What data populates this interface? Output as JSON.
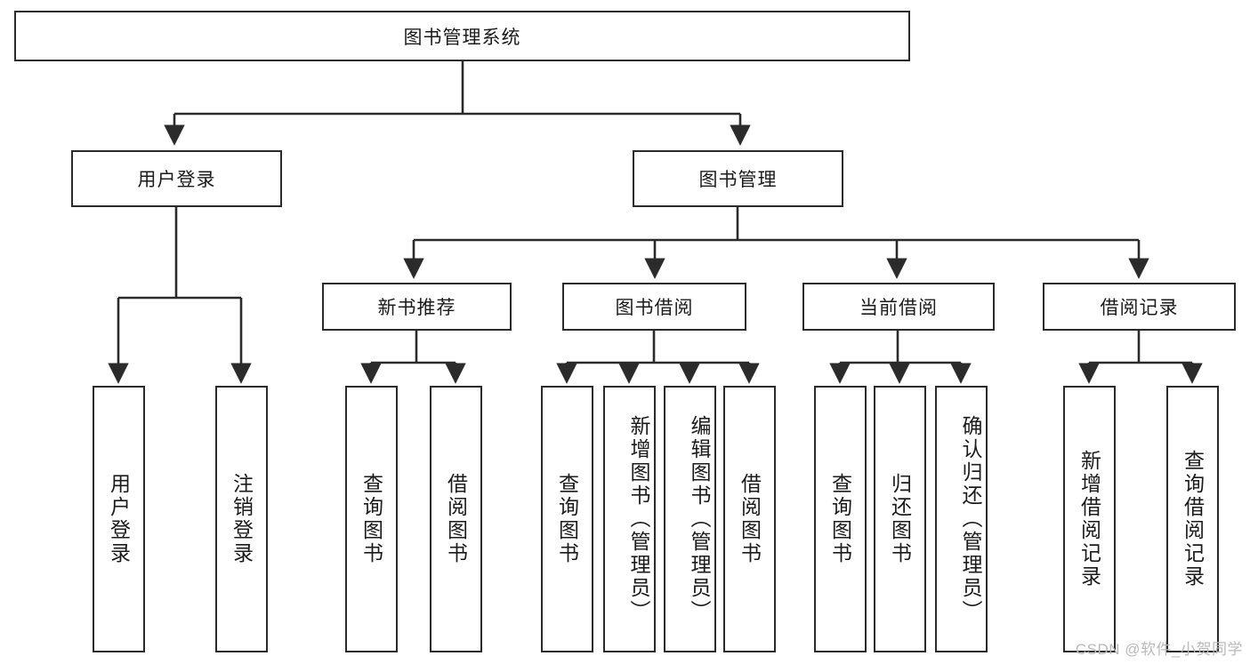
{
  "diagram": {
    "title": "图书管理系统",
    "levels": {
      "root": {
        "label": "图书管理系统"
      },
      "level2": [
        {
          "label": "用户登录"
        },
        {
          "label": "图书管理"
        }
      ],
      "level3": [
        {
          "label": "新书推荐"
        },
        {
          "label": "图书借阅"
        },
        {
          "label": "当前借阅"
        },
        {
          "label": "借阅记录"
        }
      ],
      "leaves_user_login": [
        {
          "label": "用户登录"
        },
        {
          "label": "注销登录"
        }
      ],
      "leaves_new_book": [
        {
          "label": "查询图书"
        },
        {
          "label": "借阅图书"
        }
      ],
      "leaves_borrow": [
        {
          "label": "查询图书"
        },
        {
          "label": "新增图书（管理员）"
        },
        {
          "label": "编辑图书（管理员）"
        },
        {
          "label": "借阅图书"
        }
      ],
      "leaves_current": [
        {
          "label": "查询图书"
        },
        {
          "label": "归还图书"
        },
        {
          "label": "确认归还（管理员）"
        }
      ],
      "leaves_records": [
        {
          "label": "新增借阅记录"
        },
        {
          "label": "查询借阅记录"
        }
      ]
    },
    "watermark": "CSDN @软件_小贺同学",
    "colors": {
      "stroke": "#2b2b2b",
      "text": "#1b1b1b",
      "background": "#ffffff",
      "watermark": "#b9b9b9"
    }
  }
}
